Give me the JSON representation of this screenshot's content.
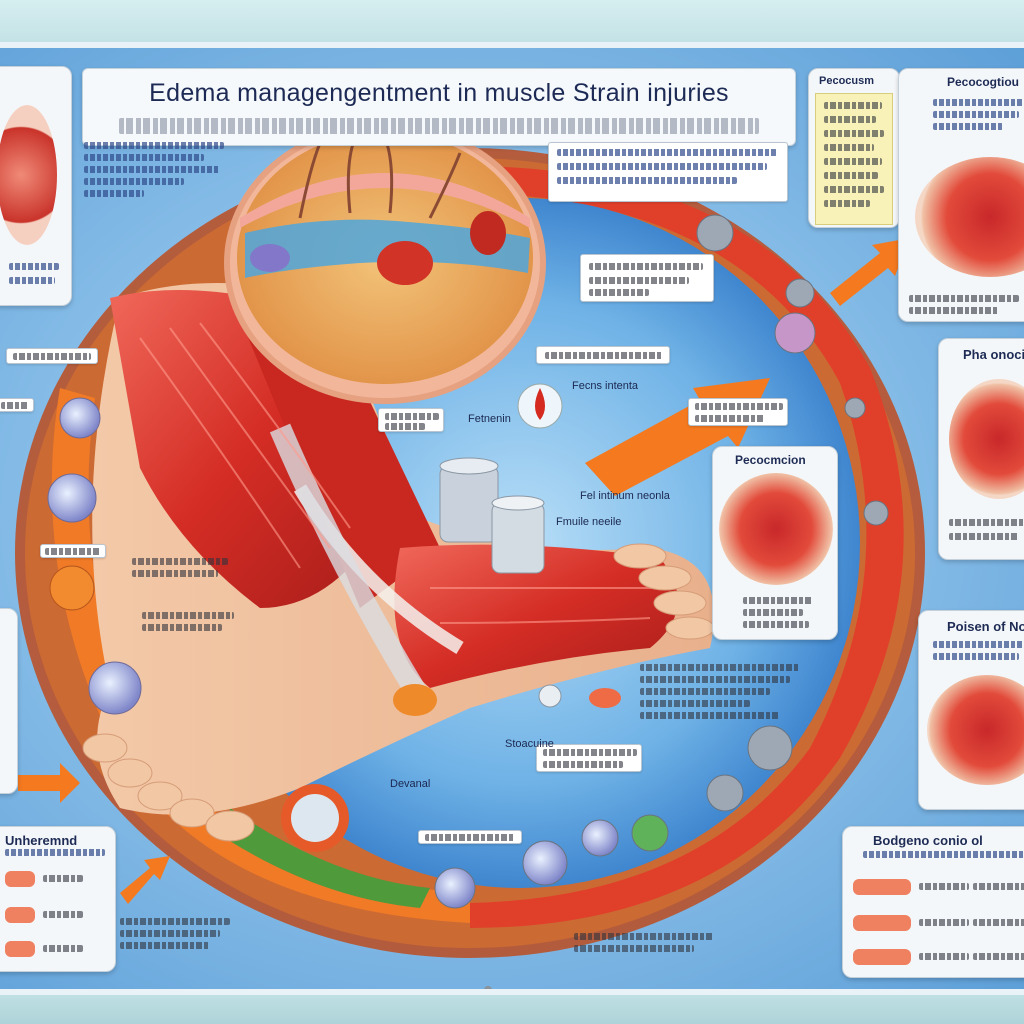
{
  "poster": {
    "title": "Edema managengentment in muscle Strain injuries",
    "side_titles": {
      "top_right_a": "Pecocusm",
      "top_right_b": "Pecocogtiou",
      "right_mid": "Pha onocio",
      "right_low": "Poisen of Not",
      "center_panel": "Pecocmcion",
      "bottom_right": "Bodgeno conio ol",
      "bottom_left": "Unheremnd"
    },
    "labels": {
      "stem_a": "Fetnenin",
      "stem_b": "Fecns intenta",
      "stem_c": "Fel intinum neonla",
      "stem_d": "Fmuile neeile",
      "stem_e": "Devanal",
      "stem_f": "Stoacuine"
    }
  },
  "colors": {
    "wall": "#c9e6ea",
    "poster_blue": "#5d9fd8",
    "ring_red": "#e0442c",
    "ring_orange": "#f08a2c",
    "muscle_red": "#d9332b",
    "title_navy": "#1c2a55"
  }
}
